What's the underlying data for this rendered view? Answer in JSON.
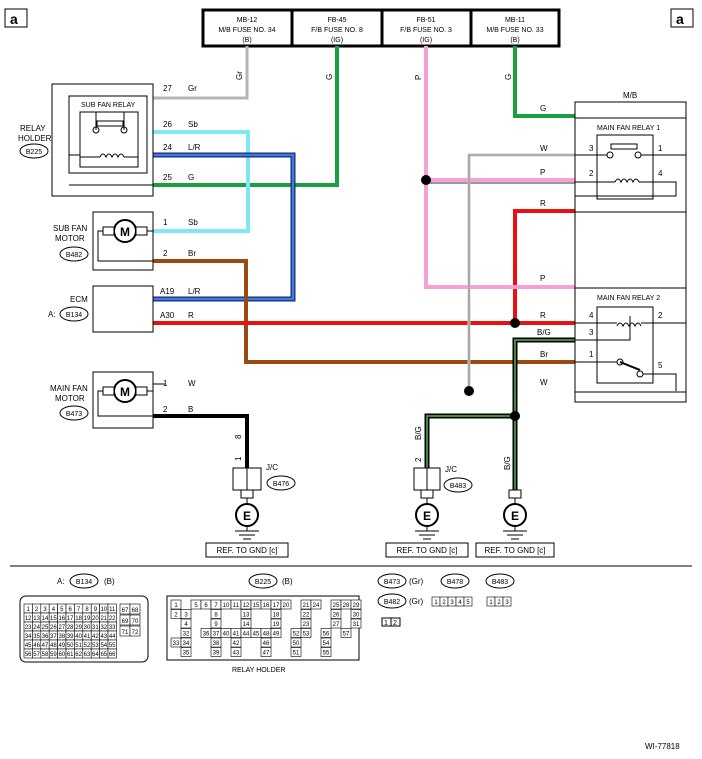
{
  "corner_label": "a",
  "fuses": [
    {
      "id": "MB-12",
      "name": "M/B FUSE NO. 34",
      "sw": "(B)"
    },
    {
      "id": "FB-45",
      "name": "F/B FUSE NO. 8",
      "sw": "(IG)"
    },
    {
      "id": "FB-51",
      "name": "F/B FUSE NO. 3",
      "sw": "(IG)"
    },
    {
      "id": "MB-11",
      "name": "M/B FUSE NO. 33",
      "sw": "(B)"
    }
  ],
  "top_wire_labels": [
    "Gr",
    "G",
    "P",
    "G"
  ],
  "relay_holder": {
    "label_l1": "RELAY",
    "label_l2": "HOLDER",
    "conn": "B225",
    "relay_title": "SUB FAN RELAY",
    "pins": [
      {
        "n": "27",
        "c": "Gr"
      },
      {
        "n": "26",
        "c": "Sb"
      },
      {
        "n": "24",
        "c": "L/R"
      },
      {
        "n": "25",
        "c": "G"
      }
    ]
  },
  "sub_fan_motor": {
    "l1": "SUB FAN",
    "l2": "MOTOR",
    "conn": "B482",
    "motor": "M",
    "pins": [
      {
        "n": "1",
        "c": "Sb"
      },
      {
        "n": "2",
        "c": "Br"
      }
    ]
  },
  "ecm": {
    "label": "ECM",
    "prefix": "A:",
    "conn": "B134",
    "pins": [
      {
        "n": "A19",
        "c": "L/R"
      },
      {
        "n": "A30",
        "c": "R"
      }
    ]
  },
  "main_fan_motor": {
    "l1": "MAIN FAN",
    "l2": "MOTOR",
    "conn": "B473",
    "motor": "M",
    "pins": [
      {
        "n": "1",
        "c": "W"
      },
      {
        "n": "2",
        "c": "B"
      }
    ]
  },
  "mb": {
    "label": "M/B",
    "relay1": {
      "title": "MAIN FAN RELAY 1",
      "pins": [
        "3",
        "1",
        "2",
        "4"
      ]
    },
    "relay2": {
      "title": "MAIN FAN RELAY 2",
      "pins": [
        "4",
        "2",
        "3",
        "1",
        "5"
      ]
    },
    "wires": [
      "G",
      "W",
      "P",
      "R",
      "P",
      "R",
      "B/G",
      "Br",
      "W"
    ]
  },
  "jc1": {
    "label": "J/C",
    "conn": "B476",
    "pin_top": "8",
    "pin_bot": "1"
  },
  "jc2": {
    "label": "J/C",
    "conn": "B483",
    "pin": "2",
    "wire": "B/G"
  },
  "ground_wire": "B/G",
  "ground_symbol": "E",
  "ref_gnd": [
    "REF. TO GND [c]",
    "REF. TO GND [c]",
    "REF. TO GND [c]"
  ],
  "connectors": {
    "b134": {
      "prefix": "A:",
      "conn": "B134",
      "color": "(B)"
    },
    "b225": {
      "conn": "B225",
      "color": "(B)",
      "caption": "RELAY HOLDER"
    },
    "b473": {
      "conn": "B473",
      "color": "(Gr)"
    },
    "b482": {
      "conn": "B482",
      "color": "(Gr)"
    },
    "b478": {
      "conn": "B478"
    },
    "b483": {
      "conn": "B483"
    },
    "b478_pins": [
      "1",
      "2",
      "3",
      "4",
      "5"
    ],
    "b483_pins": [
      "1",
      "2",
      "3"
    ],
    "b482_pins": [
      "1",
      "2"
    ],
    "b134_side": [
      "67",
      "68",
      "69",
      "70",
      "71",
      "72"
    ]
  },
  "diagram_code": "WI-77818",
  "wire_colors": {
    "Gr": "#b5b5b5",
    "G": "#18a040",
    "P": "#f7a0d8",
    "Sb": "#80e8f4",
    "LR": "#3850d0",
    "R": "#e81010",
    "Br": "#9a4a10",
    "W": "#cccccc",
    "B": "#000000",
    "BG": "#174a17"
  }
}
